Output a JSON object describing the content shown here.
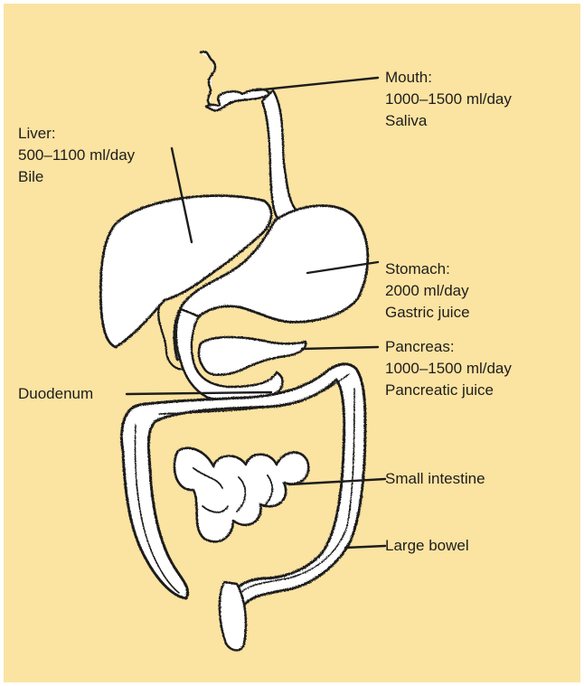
{
  "colors": {
    "panel_background": "#fbe3a2",
    "organ_fill": "#ffffff",
    "outline": "#1d1d1b"
  },
  "labels": {
    "mouth": {
      "name": "Mouth:",
      "volume": "1000–1500 ml/day",
      "secretion": "Saliva"
    },
    "liver": {
      "name": "Liver:",
      "volume": "500–1100 ml/day",
      "secretion": "Bile"
    },
    "stomach": {
      "name": "Stomach:",
      "volume": "2000 ml/day",
      "secretion": "Gastric juice"
    },
    "pancreas": {
      "name": "Pancreas:",
      "volume": "1000–1500 ml/day",
      "secretion": "Pancreatic juice"
    },
    "duodenum": {
      "name": "Duodenum"
    },
    "small_intestine": {
      "name": "Small intestine"
    },
    "large_bowel": {
      "name": "Large bowel"
    }
  }
}
